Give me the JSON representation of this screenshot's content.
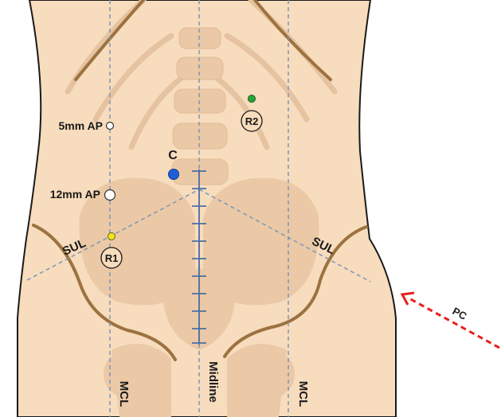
{
  "labels": {
    "port_5mm": "5mm AP",
    "port_12mm": "12mm AP",
    "camera": "C",
    "robot_port_1": "R1",
    "robot_port_2": "R2",
    "sul_left": "SUL",
    "sul_right": "SUL",
    "midline": "Midline",
    "mcl_left": "MCL",
    "mcl_right": "MCL",
    "patient_cart": "PC"
  },
  "colors": {
    "skin": "#f7dcbd",
    "skin_outline": "#1a1a1a",
    "bone": "#ebc9a6",
    "bone_stroke": "#9c7240",
    "guide_line": "#7d95b7",
    "camera_port": "#1f5fd6",
    "robot_port_1": "#f2e51f",
    "robot_port_2": "#2aa33b",
    "assistant_port": "#ffffff",
    "patient_cart_arrow": "#e8201c"
  },
  "icons": {
    "patient_cart": "dashed-arrow-icon"
  }
}
